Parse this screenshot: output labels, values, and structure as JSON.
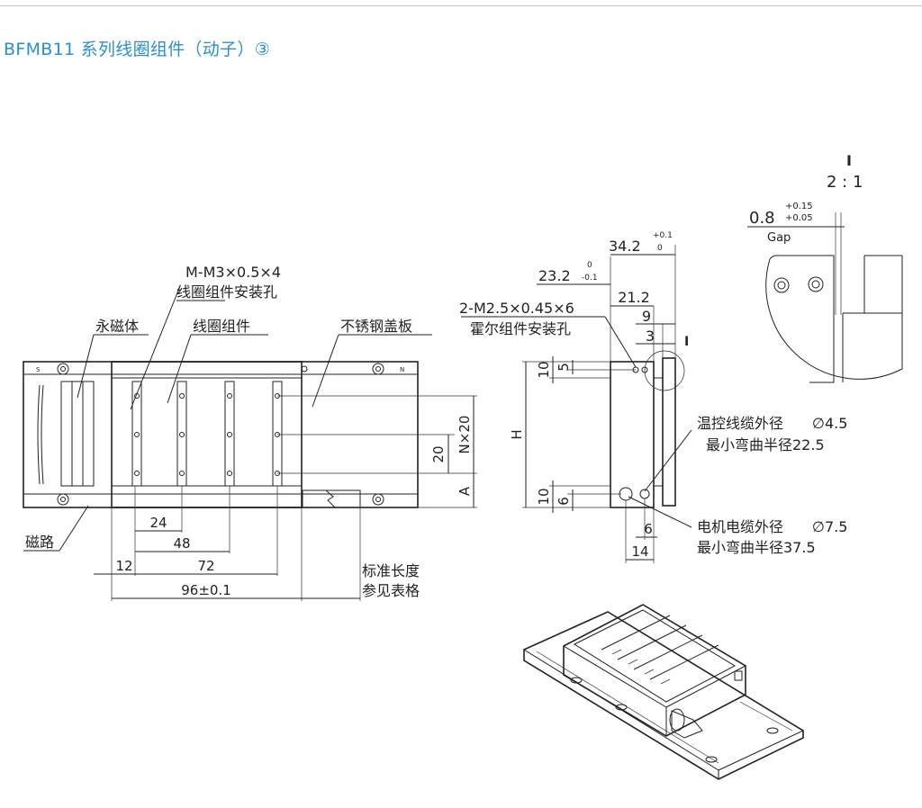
{
  "header": {
    "title": "BFMB11 系列线圈组件（动子）③"
  },
  "front_view": {
    "label_mount_holes_1": "M-M3×0.5×4",
    "label_mount_holes_2": "线圈组件安装孔",
    "label_magnet": "永磁体",
    "label_coil": "线圈组件",
    "label_cover": "不锈钢盖板",
    "label_magnetic_path": "磁路",
    "mark_s": "S",
    "mark_n": "N",
    "dim_24": "24",
    "dim_48": "48",
    "dim_12": "12",
    "dim_72": "72",
    "dim_96": "96±0.1",
    "dim_n20": "N×20",
    "dim_20": "20",
    "dim_a": "A",
    "label_std_length_1": "标准长度",
    "label_std_length_2": "参见表格"
  },
  "side_view": {
    "dim_34_2": "34.2",
    "tol_34_2_upper": "+0.1",
    "tol_34_2_lower": "0",
    "dim_23_2": "23.2",
    "tol_23_2_upper": "0",
    "tol_23_2_lower": "-0.1",
    "dim_21_2": "21.2",
    "dim_9": "9",
    "dim_3": "3",
    "label_hall_holes_1": "2-M2.5×0.45×6",
    "label_hall_holes_2": "霍尔组件安装孔",
    "detail_mark": "I",
    "dim_10_top": "10",
    "dim_5": "5",
    "dim_h": "H",
    "dim_10_bottom": "10",
    "dim_6_left": "6",
    "dim_6_bottom": "6",
    "dim_14": "14",
    "label_temp_cable_1": "温控线缆外径",
    "label_temp_cable_dia": "∅4.5",
    "label_temp_cable_2": "最小弯曲半径22.5",
    "label_motor_cable_1": "电机电缆外径",
    "label_motor_cable_dia": "∅7.5",
    "label_motor_cable_2": "最小弯曲半径37.5"
  },
  "detail_view": {
    "mark": "I",
    "scale": "2 : 1",
    "gap_value": "0.8",
    "gap_tol_upper": "+0.15",
    "gap_tol_lower": "+0.05",
    "gap_label": "Gap"
  }
}
